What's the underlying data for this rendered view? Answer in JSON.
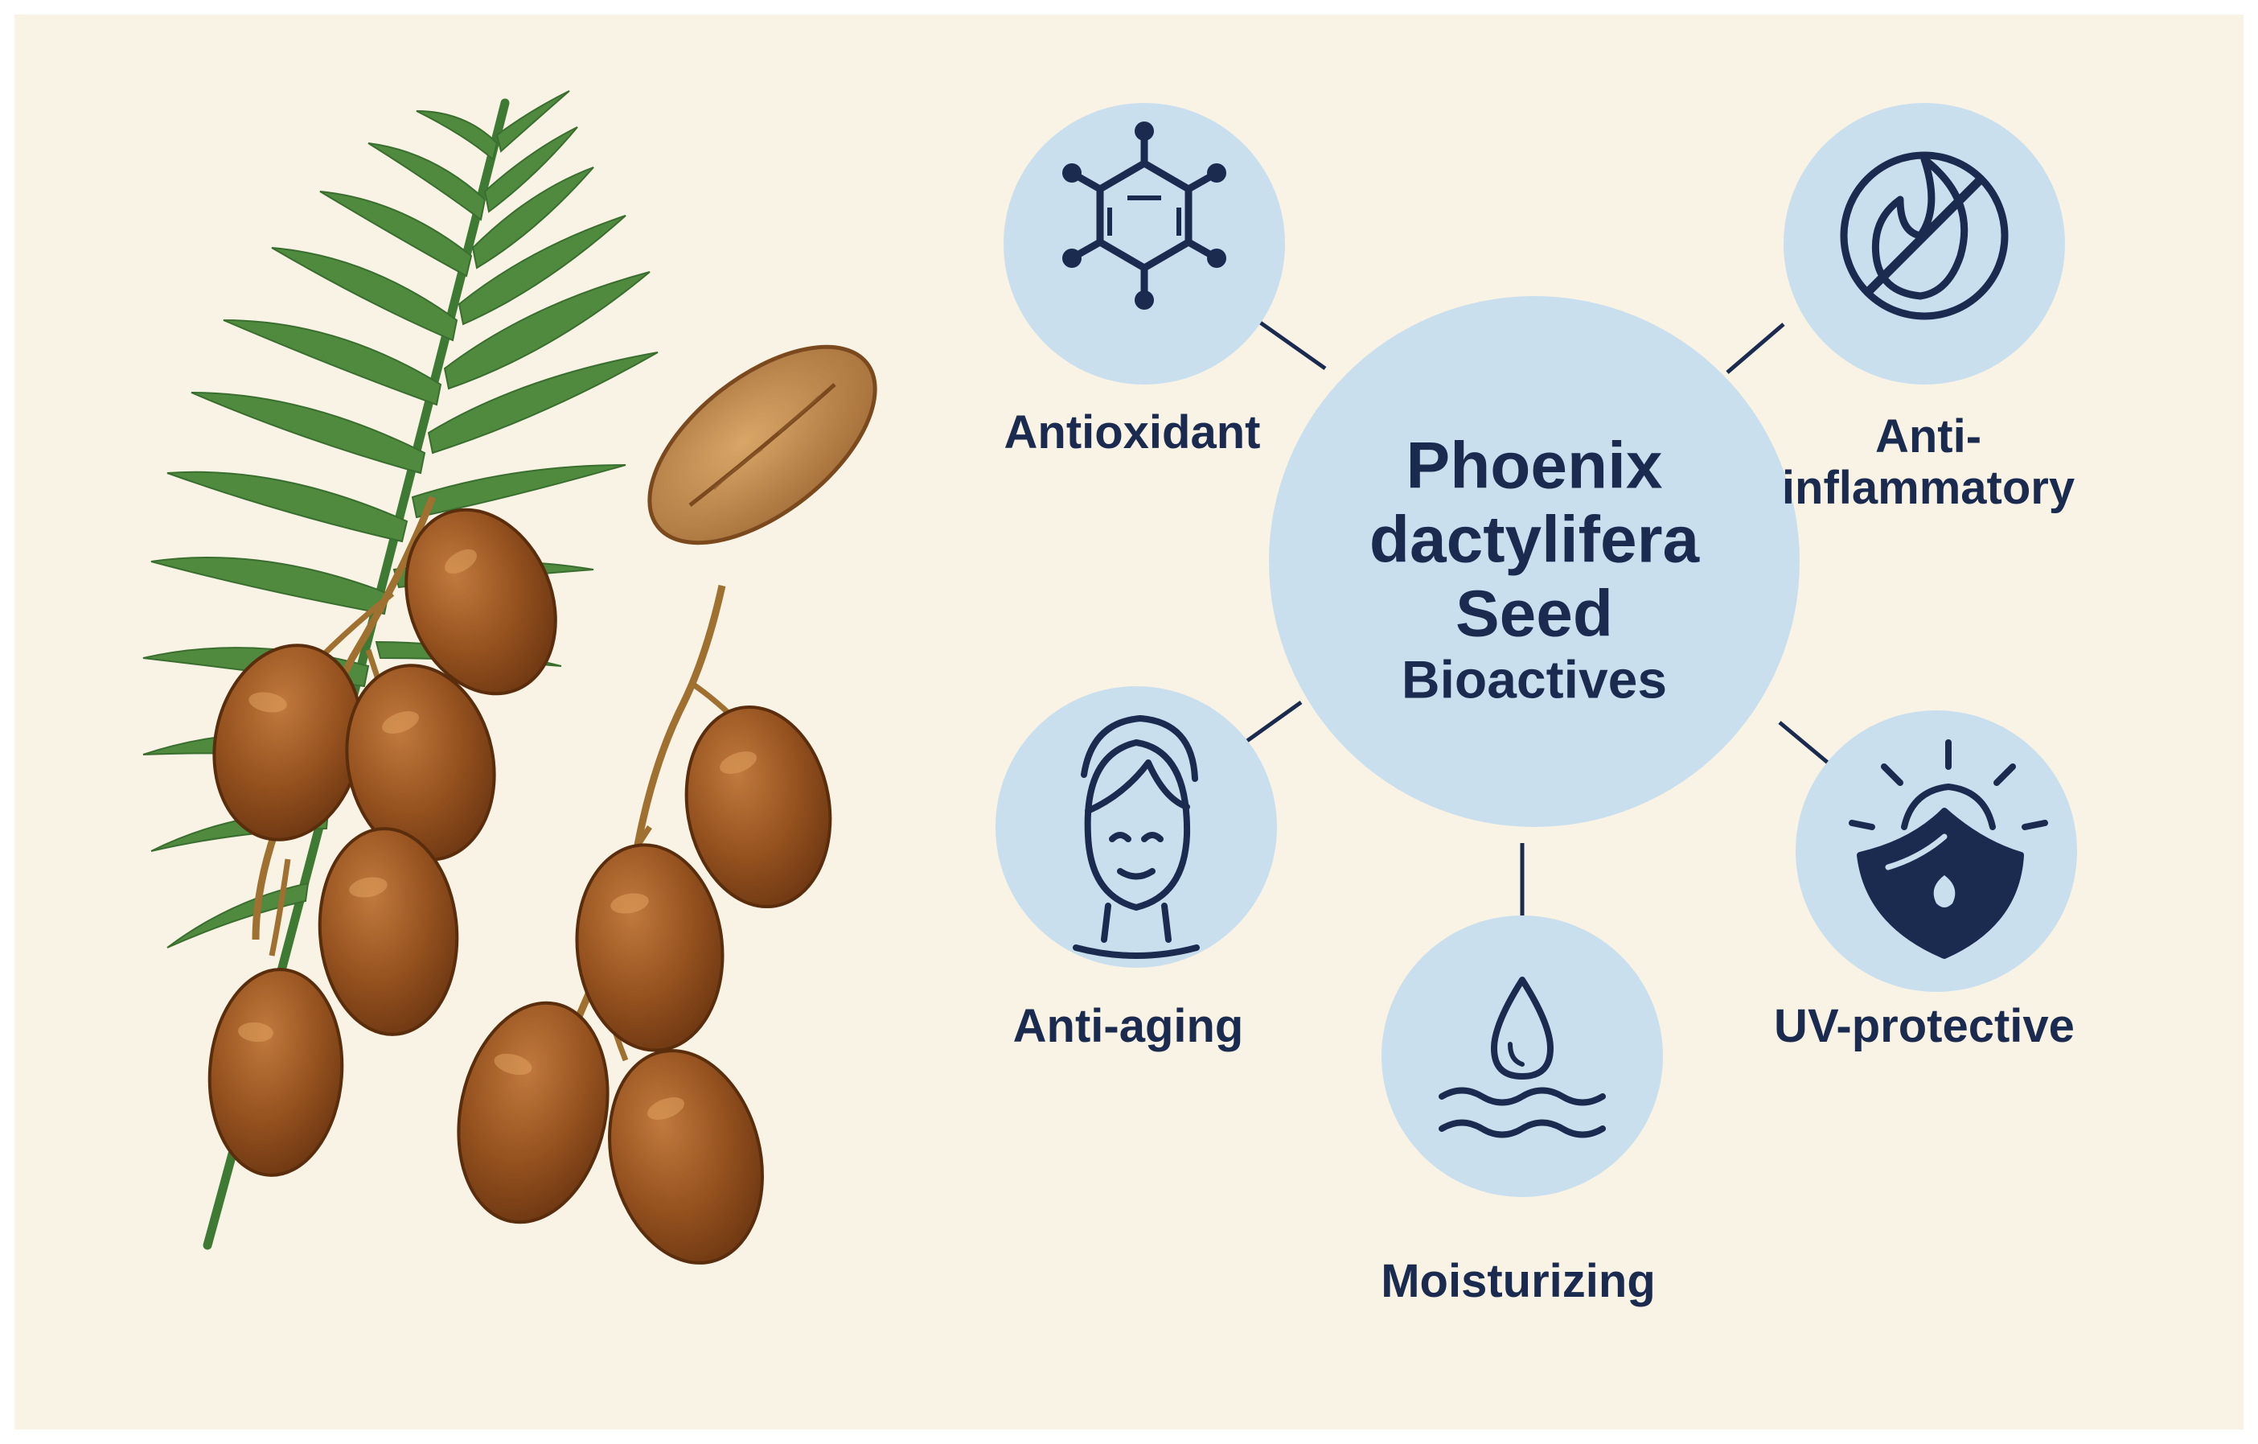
{
  "center": {
    "line1": "Phoenix",
    "line2": "dactylifera",
    "line3": "Seed",
    "line4": "Bioactives"
  },
  "benefits": {
    "antioxidant": "Antioxidant",
    "anti_inflammatory_1": "Anti-",
    "anti_inflammatory_2": "inflammatory",
    "anti_aging": "Anti-aging",
    "moisturizing": "Moisturizing",
    "uv_protective": "UV-protective"
  },
  "icons": {
    "antioxidant": "molecule-icon",
    "anti_inflammatory": "no-flame-icon",
    "anti_aging": "face-icon",
    "moisturizing": "water-drop-icon",
    "uv_protective": "sun-shield-icon"
  },
  "colors": {
    "background": "#f8f3e5",
    "circle": "#c9dfee",
    "text": "#1b2b50",
    "leaf": "#4f8a3f",
    "date": "#8a4a1c"
  }
}
